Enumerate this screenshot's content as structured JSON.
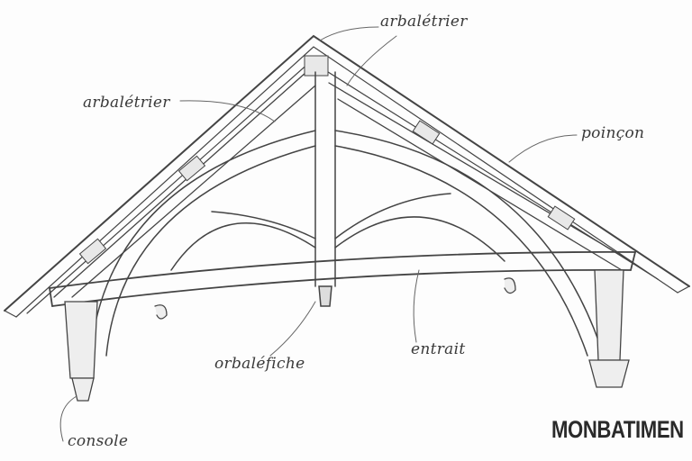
{
  "labels": {
    "arbaletrier_top": "arbalétrier",
    "arbaletrier_left": "arbalétrier",
    "poincon": "poinçon",
    "orbalefiche": "orbaléfiche",
    "entrait": "entrait",
    "console": "console"
  },
  "watermark": "MONBATIMEN",
  "colors": {
    "ink": "#3a3a3a",
    "paper": "#fdfdfd"
  }
}
